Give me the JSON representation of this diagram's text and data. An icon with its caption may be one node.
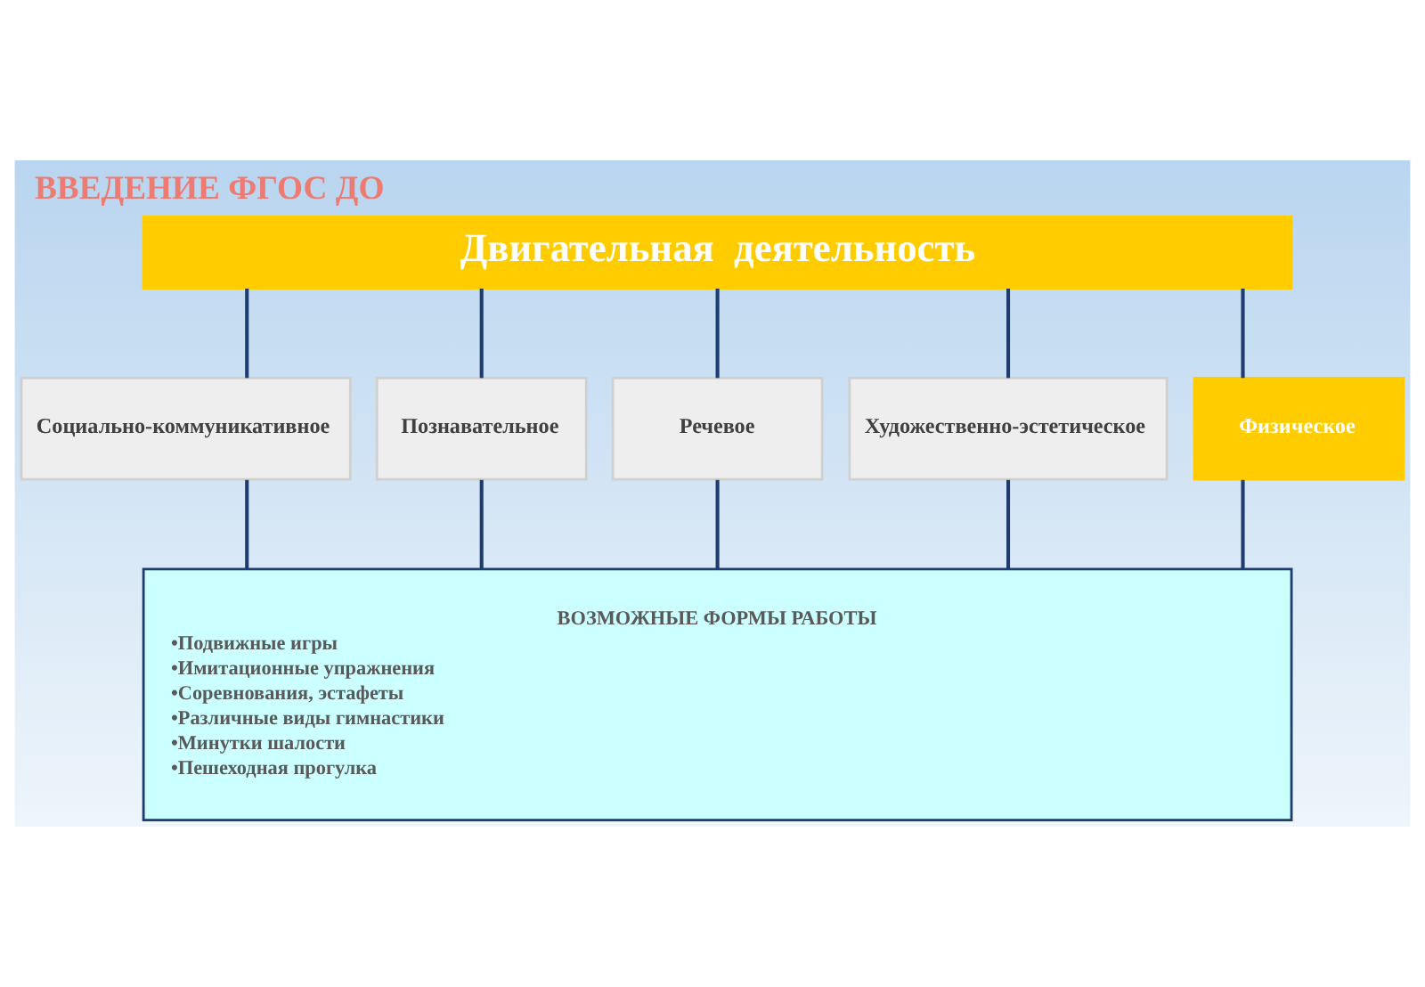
{
  "diagram": {
    "title": "ВВЕДЕНИЕ ФГОС ДО",
    "nodes": [
      {
        "text": [
          "Двигательная  деятельность"
        ]
      },
      {
        "text": [
          "Социально-коммуникативное"
        ]
      },
      {
        "text": [
          "Познавательное"
        ]
      },
      {
        "text": [
          "Речевое"
        ]
      },
      {
        "text": [
          "Художественно-эстетическое"
        ]
      },
      {
        "text": [
          "Физическое"
        ]
      },
      {
        "text": [
          "ВОЗМОЖНЫЕ ФОРМЫ РАБОТЫ",
          "•Подвижные игры",
          "•Имитационные упражнения",
          "•Соревнования, эстафеты",
          "•Различные виды гимнастики",
          "•Минутки шалости",
          "•Пешеходная прогулка"
        ]
      }
    ],
    "edges": [
      {
        "from": 0,
        "to": 1,
        "arrow": "none"
      },
      {
        "from": 0,
        "to": 2,
        "arrow": "none"
      },
      {
        "from": 0,
        "to": 3,
        "arrow": "none"
      },
      {
        "from": 0,
        "to": 4,
        "arrow": "none"
      },
      {
        "from": 0,
        "to": 5,
        "arrow": "none"
      },
      {
        "from": 1,
        "to": 6,
        "arrow": "none"
      },
      {
        "from": 2,
        "to": 6,
        "arrow": "none"
      },
      {
        "from": 3,
        "to": 6,
        "arrow": "none"
      },
      {
        "from": 4,
        "to": 6,
        "arrow": "none"
      },
      {
        "from": 5,
        "to": 6,
        "arrow": "none"
      }
    ]
  }
}
